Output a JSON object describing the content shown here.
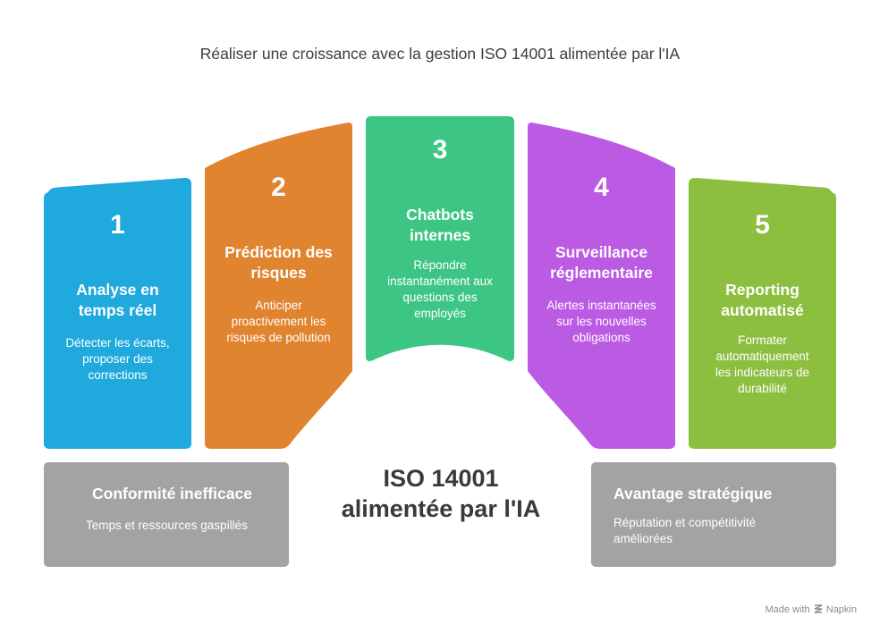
{
  "title": "Réaliser une croissance avec la gestion ISO 14001 alimentée par l'IA",
  "center_title": [
    "ISO 14001",
    "alimentée par l'IA"
  ],
  "steps": [
    {
      "number": "1",
      "heading": [
        "Analyse en",
        "temps réel"
      ],
      "description": [
        "Détecter les écarts,",
        "proposer des",
        "corrections"
      ],
      "color": "#1fa9dc"
    },
    {
      "number": "2",
      "heading": [
        "Prédiction des",
        "risques"
      ],
      "description": [
        "Anticiper",
        "proactivement les",
        "risques de pollution"
      ],
      "color": "#e08430"
    },
    {
      "number": "3",
      "heading": [
        "Chatbots",
        "internes"
      ],
      "description": [
        "Répondre",
        "instantanément aux",
        "questions des",
        "employés"
      ],
      "color": "#3dc583"
    },
    {
      "number": "4",
      "heading": [
        "Surveillance",
        "réglementaire"
      ],
      "description": [
        "Alertes instantanées",
        "sur les nouvelles",
        "obligations"
      ],
      "color": "#bb5ae2"
    },
    {
      "number": "5",
      "heading": [
        "Reporting",
        "automatisé"
      ],
      "description": [
        "Formater",
        "automatiquement",
        "les indicateurs de",
        "durabilité"
      ],
      "color": "#8cbe3f"
    }
  ],
  "left_box": {
    "heading": "Conformité inefficace",
    "description": "Temps et ressources gaspillés",
    "color": "#a3a3a3"
  },
  "right_box": {
    "heading": "Avantage stratégique",
    "description": [
      "Réputation et compétitivité",
      "améliorées"
    ],
    "color": "#a3a3a3"
  },
  "brand": {
    "prefix": "Made with",
    "name": "Napkin",
    "icon": "napkin-logo-icon"
  }
}
